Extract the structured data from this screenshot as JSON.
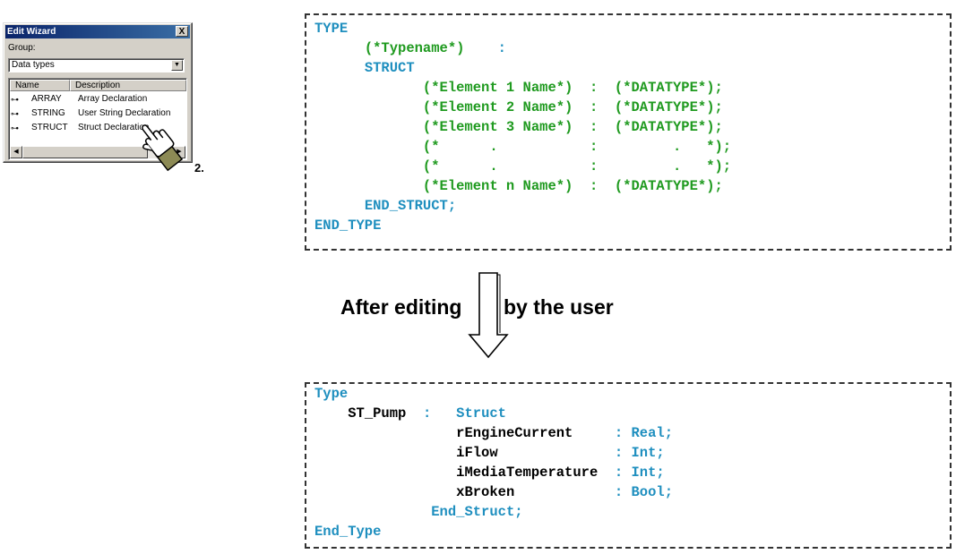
{
  "wizard": {
    "title": "Edit Wizard",
    "close_glyph": "X",
    "group_label": "Group:",
    "group_value": "Data types",
    "columns": [
      "Name",
      "Description"
    ],
    "rows": [
      {
        "icon": "key-icon",
        "name": "ARRAY",
        "description": "Array Declaration"
      },
      {
        "icon": "key-icon",
        "name": "STRING",
        "description": "User String Declaration"
      },
      {
        "icon": "key-icon",
        "name": "STRUCT",
        "description": "Struct Declaration"
      }
    ],
    "step_label": "2."
  },
  "template_code": {
    "kw_type": "TYPE",
    "typename": "(*Typename*)",
    "colon": ":",
    "kw_struct": "STRUCT",
    "lines": [
      {
        "name": "(*Element 1 Name*)",
        "sep": ":",
        "type": "(*DATATYPE*);"
      },
      {
        "name": "(*Element 2 Name*)",
        "sep": ":",
        "type": "(*DATATYPE*);"
      },
      {
        "name": "(*Element 3 Name*)",
        "sep": ":",
        "type": "(*DATATYPE*);"
      },
      {
        "name": "(*      .",
        "sep": ":",
        "type": "       .   *);"
      },
      {
        "name": "(*      .",
        "sep": ":",
        "type": "       .   *);"
      },
      {
        "name": "(*Element n Name*)",
        "sep": ":",
        "type": "(*DATATYPE*);"
      }
    ],
    "kw_end_struct": "END_STRUCT;",
    "kw_end_type": "END_TYPE"
  },
  "caption": {
    "left": "After editing",
    "right": "by the user"
  },
  "result_code": {
    "kw_type": "Type",
    "type_name": "ST_Pump",
    "colon": ":",
    "kw_struct": "Struct",
    "members": [
      {
        "name": "rEngineCurrent",
        "type": ": Real;"
      },
      {
        "name": "iFlow",
        "type": ": Int;"
      },
      {
        "name": "iMediaTemperature",
        "type": ": Int;"
      },
      {
        "name": "xBroken",
        "type": ": Bool;"
      }
    ],
    "kw_end_struct": "End_Struct;",
    "kw_end_type": "End_Type"
  }
}
